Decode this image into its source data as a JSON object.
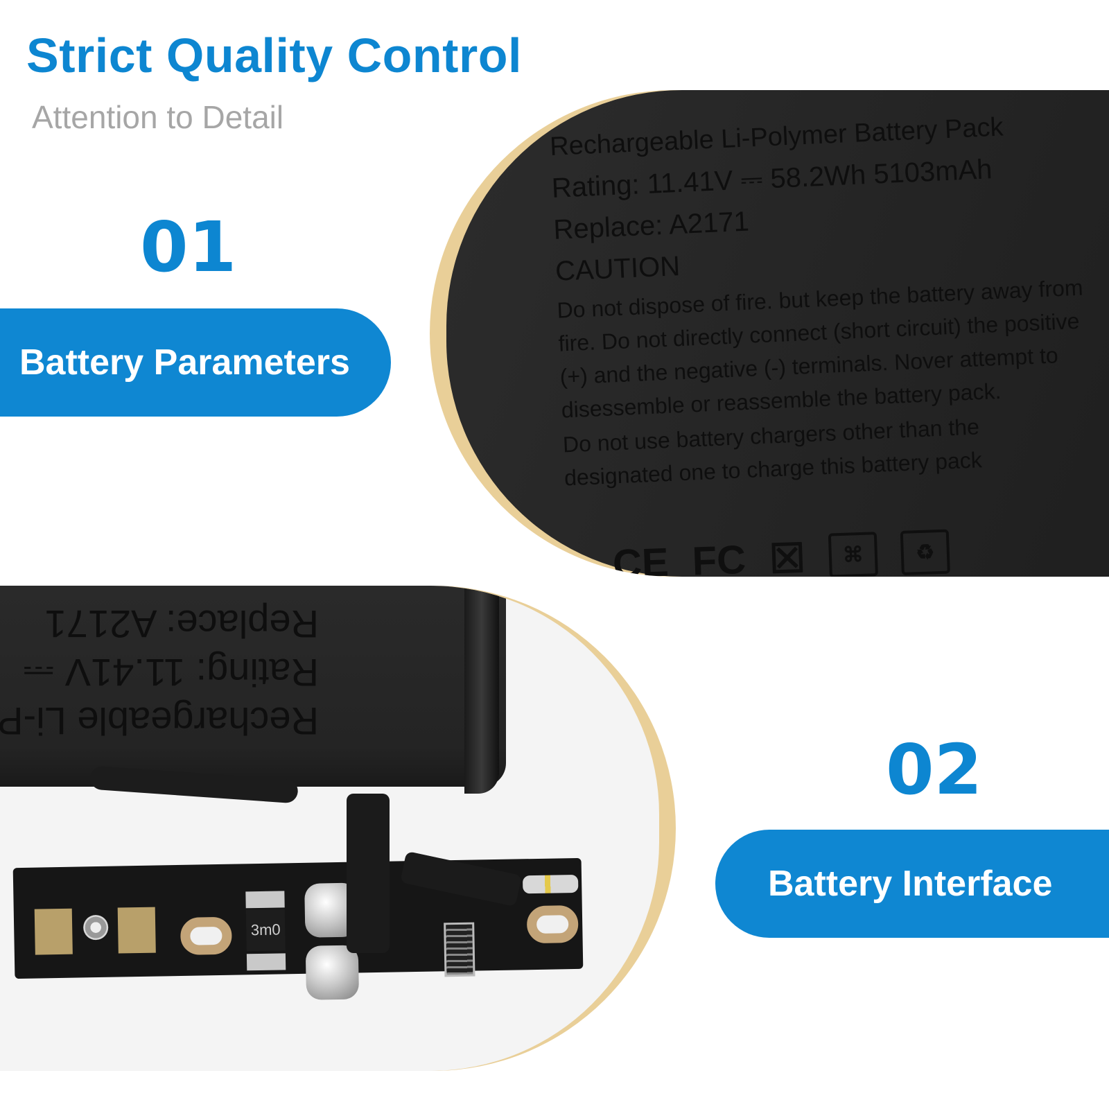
{
  "header": {
    "title": "Strict Quality Control",
    "subtitle": "Attention to Detail"
  },
  "sections": [
    {
      "number": "01",
      "label": "Battery Parameters"
    },
    {
      "number": "02",
      "label": "Battery Interface"
    }
  ],
  "battery_label": {
    "line1": "Rechargeable Li-Polymer Battery Pack",
    "line2": "Rating: 11.41V ⎓ 58.2Wh 5103mAh",
    "line3": "Replace: A2171",
    "line4": "CAUTION",
    "caution_1": "Do not dispose of fire. but keep the battery away from fire. Do not directly connect (short circuit) the positive (+) and the negative (-) terminals. Nover attempt to disessemble or reassemble the battery pack.",
    "caution_2": "Do not use battery chargers other than the designated one to charge this battery pack",
    "marks": [
      "CE",
      "FC"
    ]
  },
  "battery_photo": {
    "line1": "Replace: A2171",
    "line2": "Rating: 11.41V ⎓",
    "line3": "Rechargeable Li-Po",
    "component_marking": "3m0"
  },
  "colors": {
    "brand_blue": "#0d86d1",
    "subtitle_gray": "#a6a6a6",
    "frame_gold": "#e9cf98",
    "battery_black": "#262626"
  }
}
